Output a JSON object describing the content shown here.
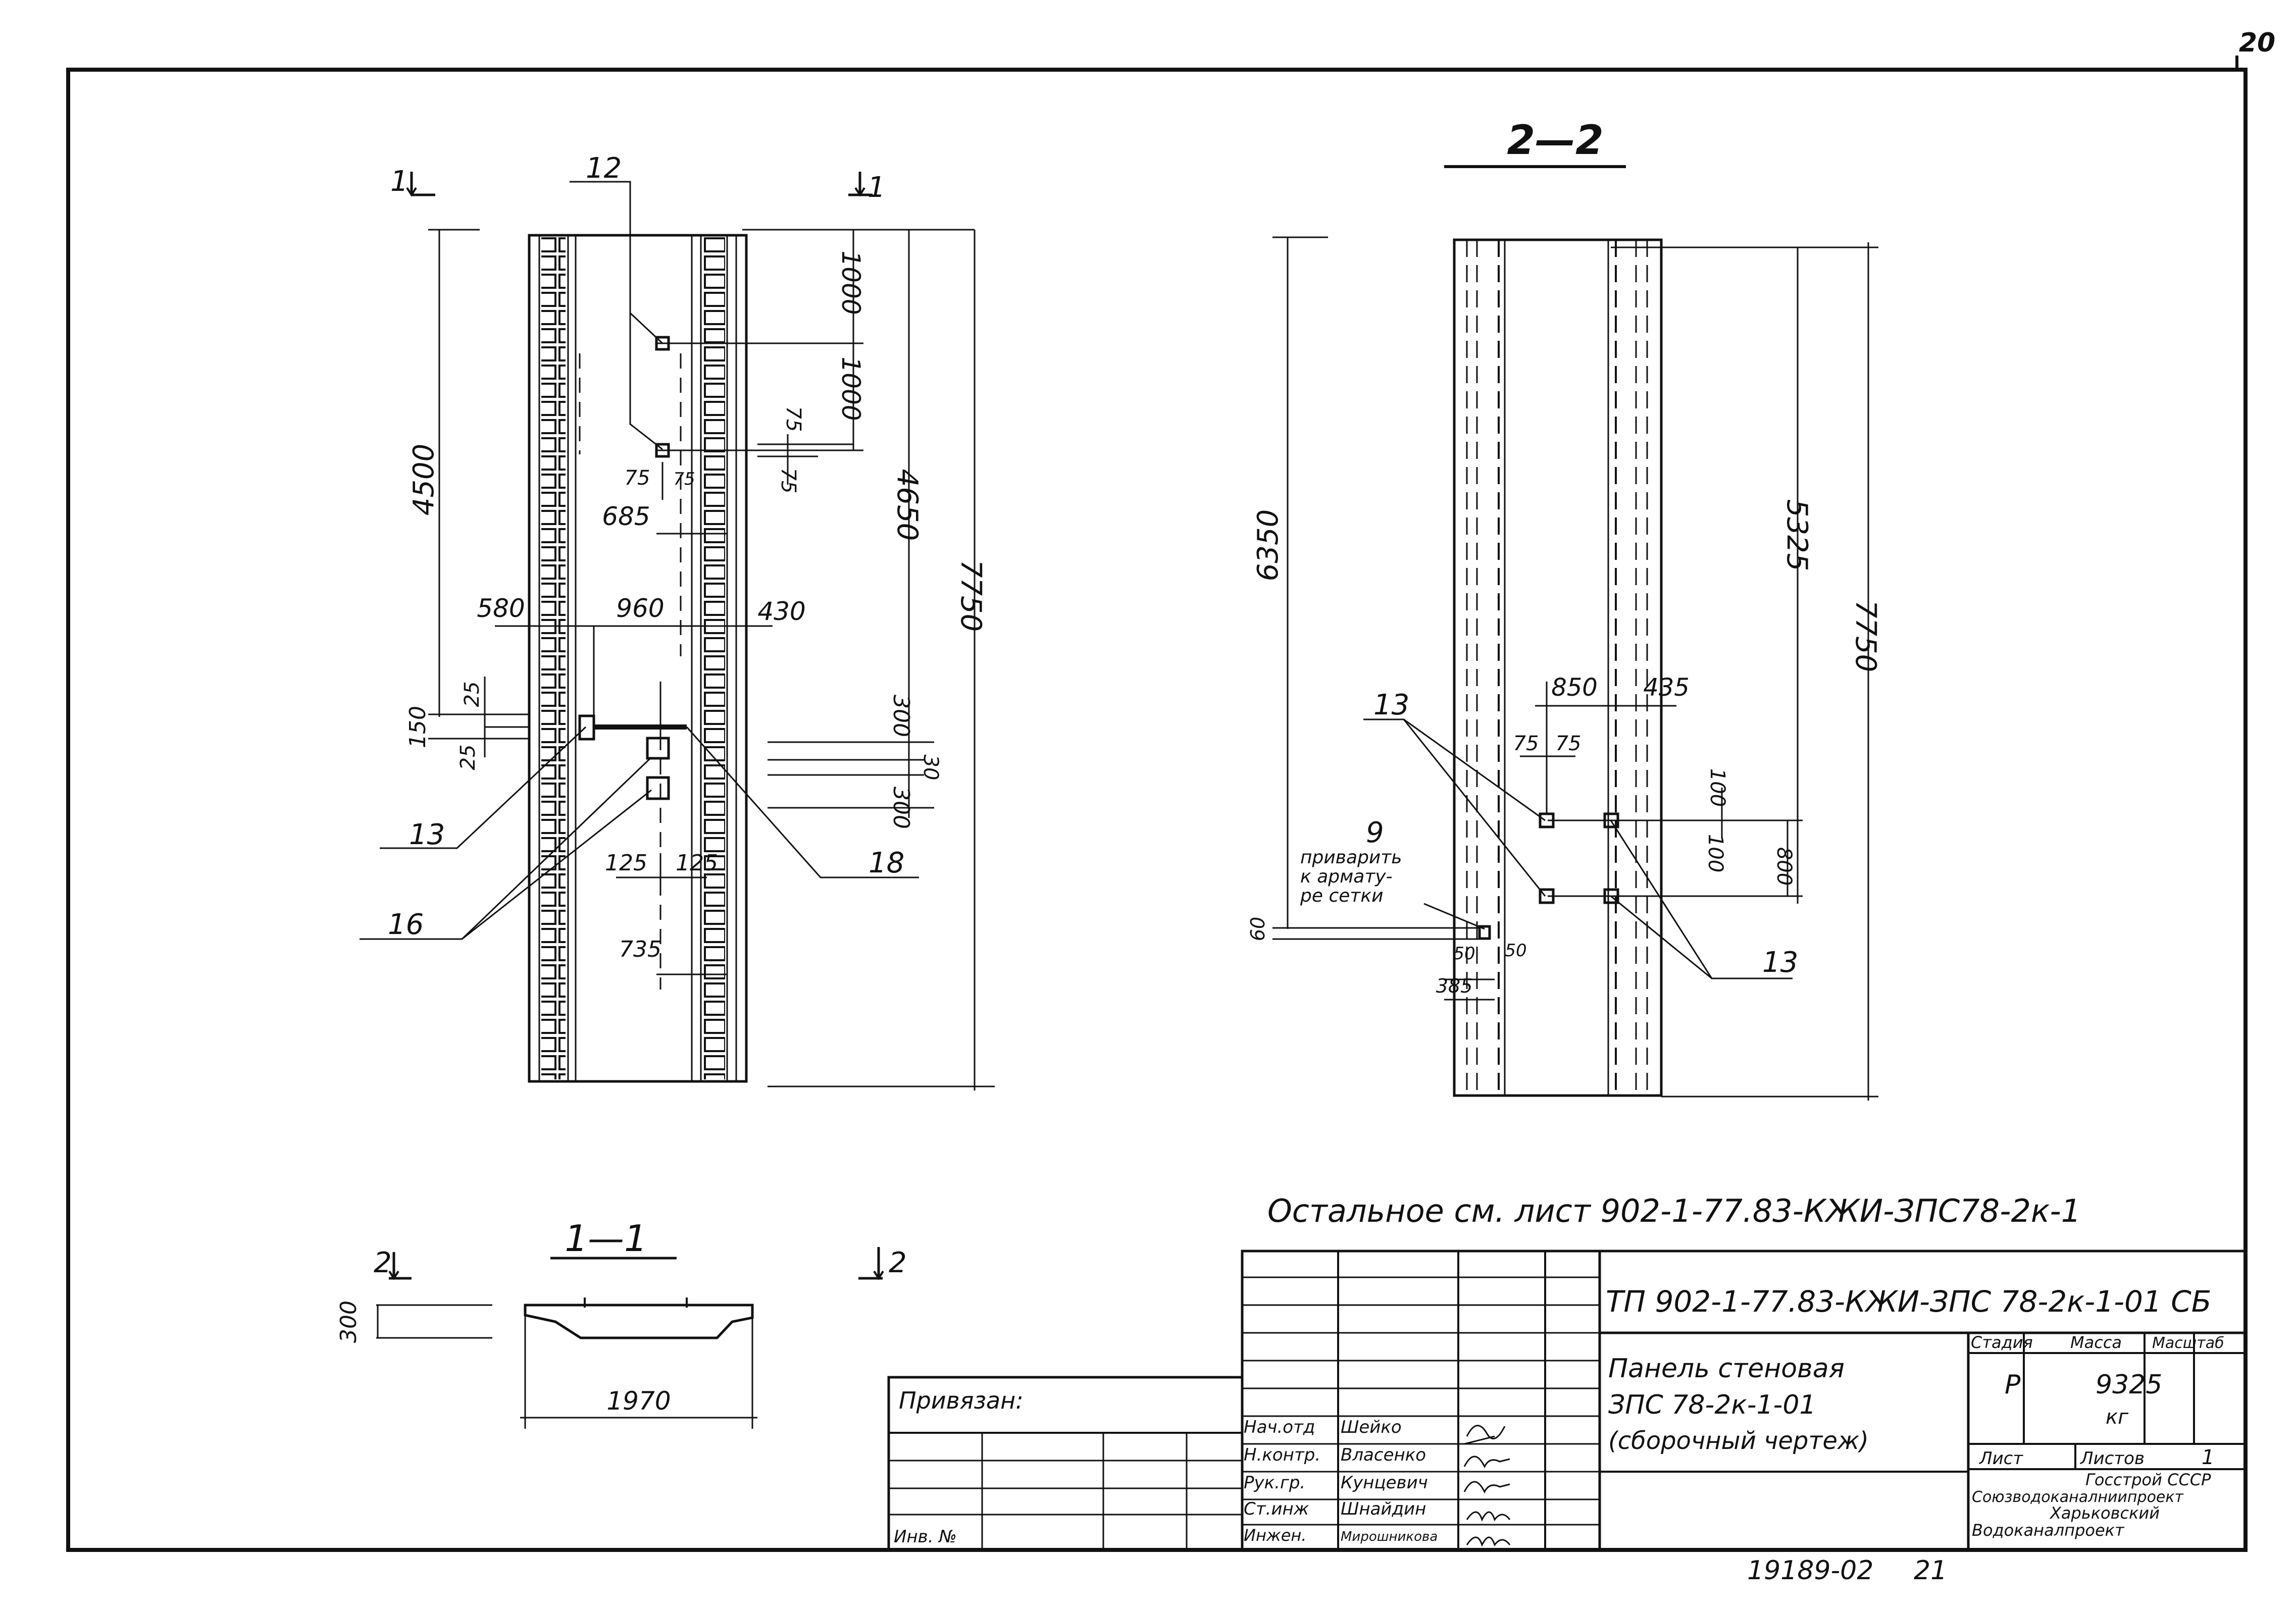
{
  "corner_number": "20",
  "view_22": {
    "title": "2—2",
    "dims": {
      "d6350": "6350",
      "d5325": "5325",
      "d7750": "7750",
      "d850": "850",
      "d435": "435",
      "d75a": "75",
      "d75b": "75",
      "d100a": "100",
      "d100b": "100",
      "d800": "800",
      "d60": "60",
      "d50a": "50",
      "d50b": "50",
      "d385": "385"
    },
    "callouts": {
      "c13a": "13",
      "c13b": "13",
      "c9": "9"
    },
    "note_lines": [
      "приварить",
      "к армату-",
      "ре сетки"
    ]
  },
  "view_main": {
    "section_marks": {
      "left": "1",
      "right": "1"
    },
    "dims": {
      "d4500": "4500",
      "d1000a": "1000",
      "d1000b": "1000",
      "d75a": "75",
      "d75b": "75",
      "d75c": "75",
      "d75d": "75",
      "d685": "685",
      "d4650": "4650",
      "d7750": "7750",
      "d580": "580",
      "d960": "960",
      "d430": "430",
      "d150": "150",
      "d25a": "25",
      "d25b": "25",
      "d300a": "300",
      "d300b": "300",
      "d30": "30",
      "d125a": "125",
      "d125b": "125",
      "d735": "735"
    },
    "callouts": {
      "c12": "12",
      "c13": "13",
      "c16": "16",
      "c18": "18"
    }
  },
  "section_11": {
    "title": "1—1",
    "mark_left": "2",
    "mark_right": "2",
    "dim_height": "300",
    "dim_width": "1970"
  },
  "note": "Остальное  см. лист 902-1-77.83-КЖИ-ЗПС78-2к-1",
  "title_block": {
    "code": "ТП 902-1-77.83-КЖИ-ЗПС 78-2к-1-01 СБ",
    "name_lines": [
      "Панель стеновая",
      "ЗПС 78-2к-1-01",
      "(сборочный чертеж)"
    ],
    "headers": {
      "stage": "Стадия",
      "mass": "Масса",
      "scale": "Масштаб"
    },
    "stage": "Р",
    "mass": "9325",
    "mass_unit": "кг",
    "sheet_label": "Лист",
    "sheets_label": "Листов",
    "sheets_count": "1",
    "org_lines": [
      "Госстрой СССР",
      "Союзводоканалниипроект",
      "Харьковский",
      "Водоканалпроект"
    ],
    "roles": [
      {
        "role": "Нач.отд",
        "person": "Шейко"
      },
      {
        "role": "Н.контр.",
        "person": "Власенко"
      },
      {
        "role": "Рук.гр.",
        "person": "Кунцевич"
      },
      {
        "role": "Ст.инж",
        "person": "Шнайдин"
      },
      {
        "role": "Инжен.",
        "person": "Мирошникова"
      }
    ],
    "bound_label": "Привязан:",
    "inv_label": "Инв. №"
  },
  "archive_number": "19189-02",
  "page_number": "21"
}
